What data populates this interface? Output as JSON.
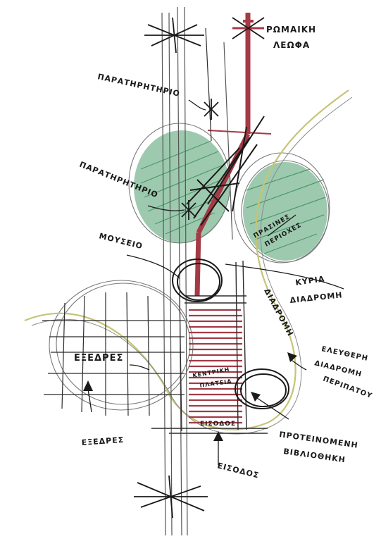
{
  "labels": {
    "roman_road": [
      "ΡΩΜΑΙΚΗ",
      "ΛΕΩΦΑ"
    ],
    "observatory_top": "ΠΑΡΑΤΗΡΗΤΗΡΙΟ",
    "observatory_left": "ΠΑΡΑΤΗΡΗΤΗΡΙΟ",
    "museum": "ΜΟΥΣΕΙΟ",
    "green_zone": [
      "ΠΡΑΣΙΝΕΣ",
      "ΠΕΡΙΟΧΕΣ"
    ],
    "main_route": [
      "ΚΥΡΙΑ",
      "ΔΙΑΔΡΟΜΗ"
    ],
    "route_vertical": "ΔΙΑΔΡΟΜΗ",
    "free_route": [
      "ΕΛΕΥΘΕΡΗ",
      "ΔΙΑΔΡΟΜΗ",
      "ΠΕΡΙΠΑΤΟΥ"
    ],
    "exedra_area": "ΕΞΕΔΡΕΣ",
    "exedra_arrow": "ΕΞΕΔΡΕΣ",
    "central_square": [
      "ΚΕΝΤΡΙΚΗ",
      "ΠΛΑΤΕΙΑ"
    ],
    "entrance": "ΕΙΣΟΔΟΣ",
    "proposed_library": [
      "ΠΡΟΤΕΙΝΟΜΕΝΗ",
      "ΒΙΒΛΙΟΘΗΚΗ"
    ],
    "entrance_bottom": "ΕΙΣΟΔΟΣ"
  },
  "colors": {
    "paper": "#ffffff",
    "graphite": "#2b2b2b",
    "pencil_grey": "#7a7a7a",
    "red": "#a33a45",
    "green": "#4c9e6c",
    "olive": "#c6c476"
  }
}
